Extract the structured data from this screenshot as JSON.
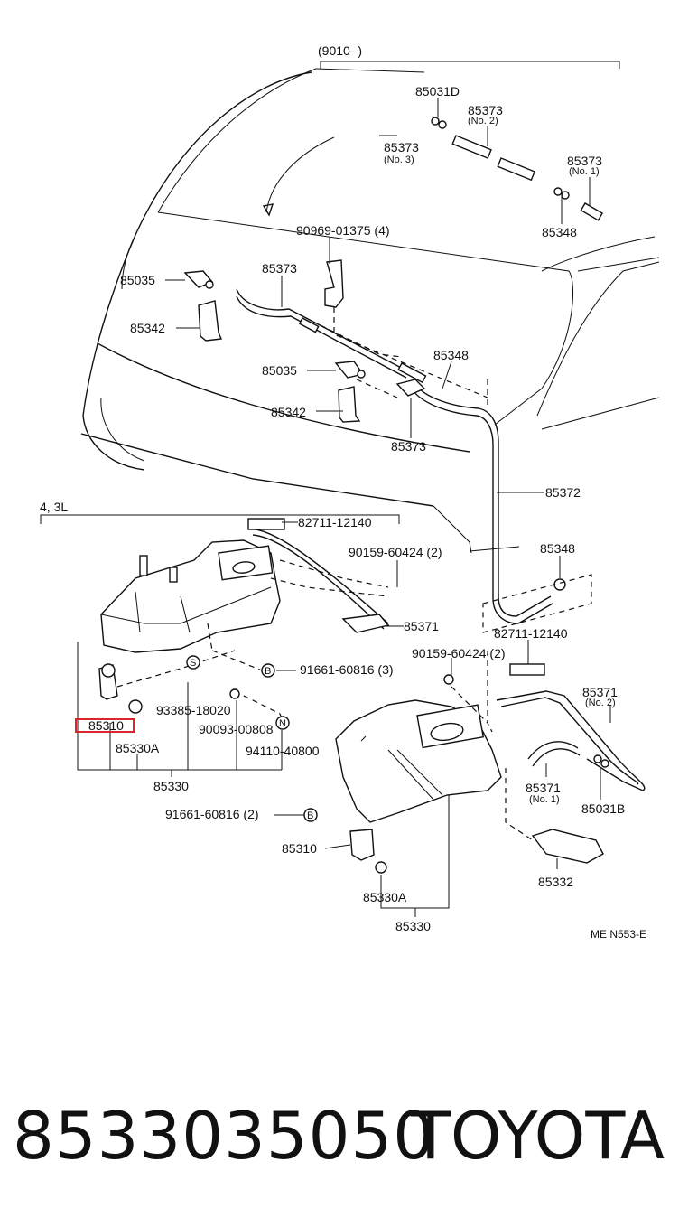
{
  "labels": {
    "range": "(9010-          )",
    "variant": "4, 3L",
    "code": "ME N553-E",
    "p85031D": "85031D",
    "p85373no2": "85373",
    "no2a": "(No. 2)",
    "p85373no3": "85373",
    "no3": "(No. 3)",
    "p85373no1": "85373",
    "no1a": "(No. 1)",
    "p85348a": "85348",
    "p90969": "90969-01375 (4)",
    "p85035a": "85035",
    "p85373a": "85373",
    "p85342a": "85342",
    "p85348b": "85348",
    "p85035b": "85035",
    "p85342b": "85342",
    "p85373b": "85373",
    "p85372": "85372",
    "p82711a": "82711-12140",
    "p90159a": "90159-60424 (2)",
    "p85348c": "85348",
    "p85371a": "85371",
    "p91661a": "91661-60816 (3)",
    "p82711b": "82711-12140",
    "p90159b": "90159-60424 (2)",
    "p93385": "93385-18020",
    "p90093": "90093-00808",
    "p94110": "94110-40800",
    "p85310a": "85310",
    "p85330Aa": "85330A",
    "p85330a": "85330",
    "p85371b": "85371",
    "no2b": "(No. 2)",
    "p85371c": "85371",
    "no1b": "(No. 1)",
    "p85031B": "85031B",
    "p91661b": "91661-60816 (2)",
    "p85310b": "85310",
    "p85332": "85332",
    "p85330Ab": "85330A",
    "p85330b": "85330",
    "markS": "S",
    "markB1": "B",
    "markN": "N",
    "markB2": "B"
  },
  "footer": {
    "part_number": "8533035050",
    "brand": "TOYOTA"
  }
}
